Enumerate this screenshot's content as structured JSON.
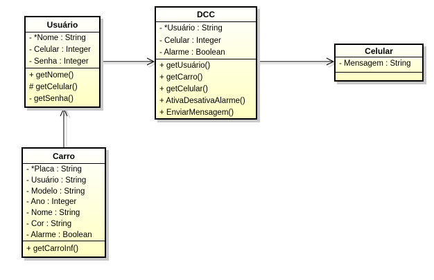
{
  "diagram": {
    "classes": [
      {
        "name": "Usuário",
        "attributes": [
          "- *Nome : String",
          "- Celular : Integer",
          "- Senha : Integer"
        ],
        "methods": [
          "+ getNome()",
          "# getCelular()",
          "- getSenha()"
        ]
      },
      {
        "name": "DCC",
        "attributes": [
          "- *Usuário : String",
          "- Celular : Integer",
          "- Alarme : Boolean"
        ],
        "methods": [
          "+ getUsuário()",
          "+ getCarro()",
          "+ getCelular()",
          "+ AtivaDesativaAlarme()",
          "+ EnviarMensagem()"
        ]
      },
      {
        "name": "Celular",
        "attributes": [
          "- Mensagem : String"
        ],
        "methods": []
      },
      {
        "name": "Carro",
        "attributes": [
          "- *Placa : String",
          "- Usuário : String",
          "- Modelo : String",
          "- Ano : Integer",
          "- Nome : String",
          "- Cor : String",
          "- Alarme : Boolean"
        ],
        "methods": [
          "+ getCarroInf()"
        ]
      }
    ],
    "relations": [
      {
        "from": "Usuário",
        "to": "DCC",
        "type": "directed-association"
      },
      {
        "from": "DCC",
        "to": "Celular",
        "type": "directed-association"
      },
      {
        "from": "Carro",
        "to": "Usuário",
        "type": "directed-association"
      }
    ],
    "colors": {
      "node_fill_top": "#ffffff",
      "node_fill_bottom": "#ffffc2",
      "node_border": "#000000",
      "shadow": "#c9c9c9",
      "connector": "#000000"
    }
  }
}
